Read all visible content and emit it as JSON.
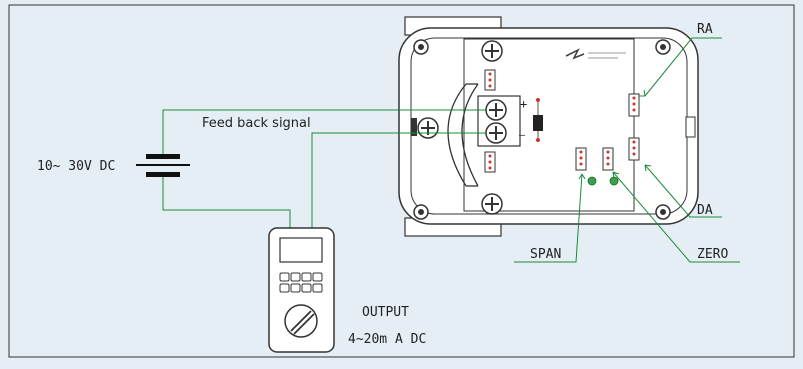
{
  "labels": {
    "supply": "10~ 30V DC",
    "feedback": "Feed back signal",
    "output_line1": "OUTPUT",
    "output_line2": "4~20m A DC",
    "ra": "RA",
    "da": "DA",
    "span": "SPAN",
    "zero": "ZERO",
    "plus": "+",
    "minus": "—"
  },
  "colors": {
    "background": "#e5eef4",
    "board": "#ffffff",
    "outline": "#333333",
    "wire": "#1a8a3a",
    "component_red": "#d23030"
  }
}
